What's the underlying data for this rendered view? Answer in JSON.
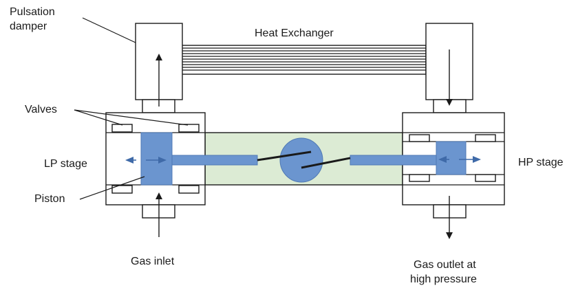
{
  "labels": {
    "pulsation_damper_line1": "Pulsation",
    "pulsation_damper_line2": "damper",
    "heat_exchanger": "Heat Exchanger",
    "valves": "Valves",
    "lp_stage": "LP stage",
    "hp_stage": "HP stage",
    "piston": "Piston",
    "gas_inlet": "Gas inlet",
    "gas_outlet_line1": "Gas outlet at",
    "gas_outlet_line2": "high pressure"
  },
  "colors": {
    "piston_blue": "#6b95cf",
    "crankcase_green": "#dcebd4",
    "arrow_blue": "#3f6aa8",
    "line": "#1a1a1a"
  }
}
